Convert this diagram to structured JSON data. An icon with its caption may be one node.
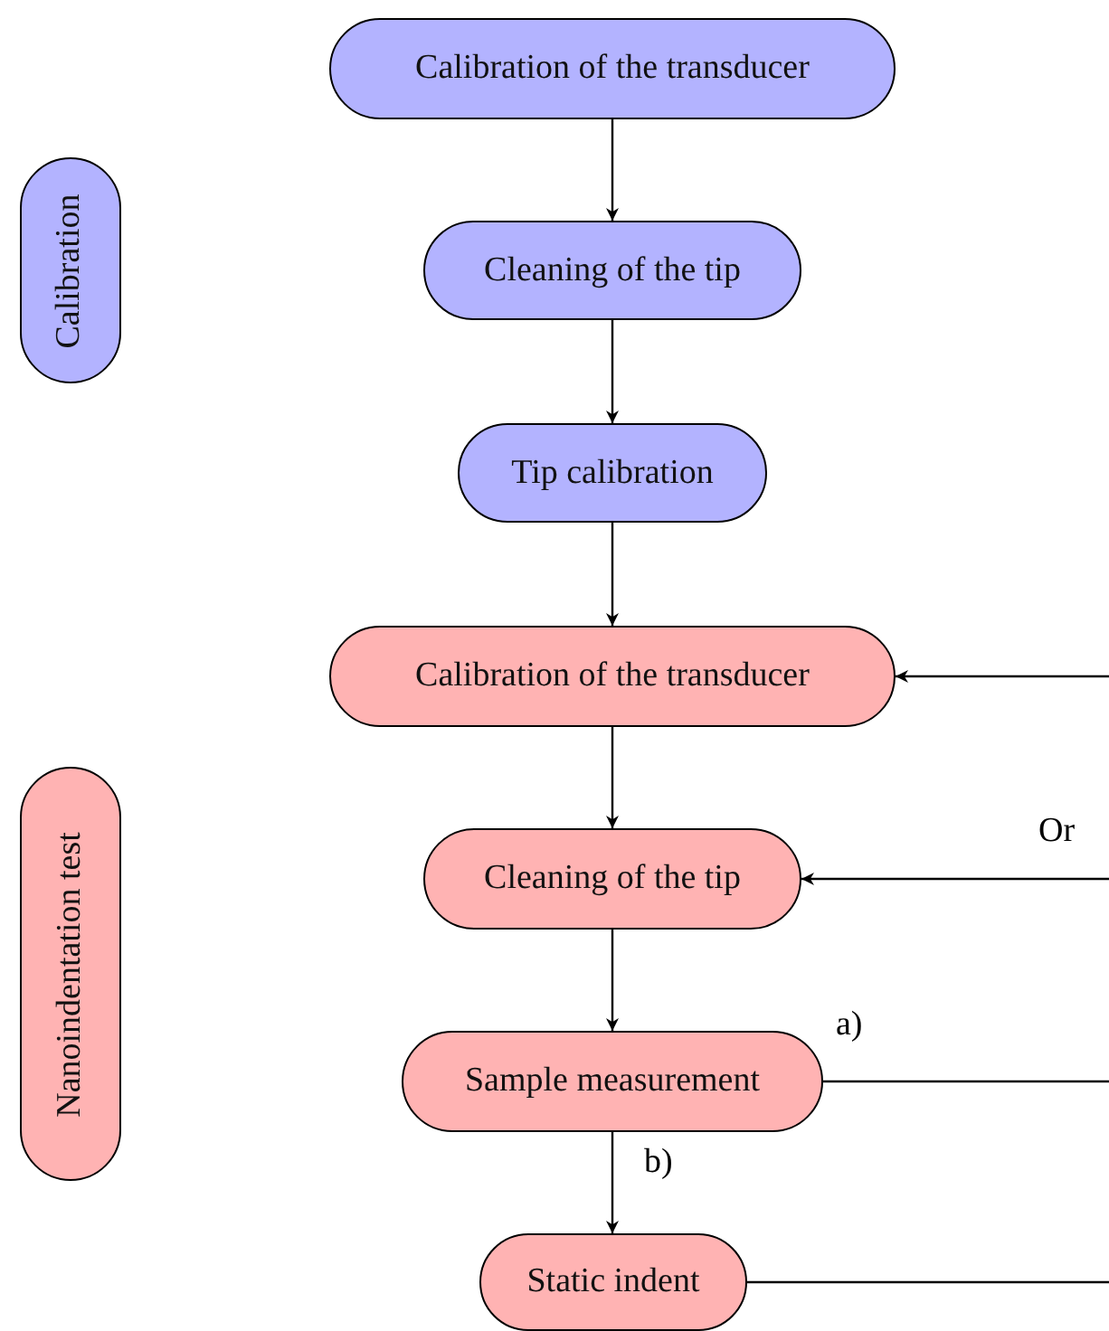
{
  "diagram": {
    "nodes": [
      {
        "text": [
          "Calibration"
        ]
      },
      {
        "text": [
          "Calibration of the transducer"
        ]
      },
      {
        "text": [
          "Cleaning of the tip"
        ]
      },
      {
        "text": [
          "Tip calibration"
        ]
      },
      {
        "text": [
          "Nanoindentation test"
        ]
      },
      {
        "text": [
          "Calibration of the transducer"
        ]
      },
      {
        "text": [
          "Cleaning of the tip"
        ]
      },
      {
        "text": [
          "Sample measurement"
        ]
      },
      {
        "text": [
          "Static indent"
        ]
      }
    ],
    "edges": [
      {
        "from": 1,
        "to": 2,
        "arrow": "to"
      },
      {
        "from": 2,
        "to": 3,
        "arrow": "to"
      },
      {
        "from": 3,
        "to": 5,
        "arrow": "to"
      },
      {
        "from": null,
        "to": 5,
        "arrow": "to"
      },
      {
        "from": null,
        "to": 6,
        "arrow": "to",
        "label": "Or"
      },
      {
        "from": 5,
        "to": 6,
        "arrow": "to"
      },
      {
        "from": 6,
        "to": 7,
        "arrow": "to"
      },
      {
        "from": 7,
        "to": null,
        "arrow": "none",
        "label": "a)"
      },
      {
        "from": 7,
        "to": 8,
        "arrow": "to",
        "label": "b)"
      },
      {
        "from": 8,
        "to": null,
        "arrow": "none"
      }
    ]
  }
}
